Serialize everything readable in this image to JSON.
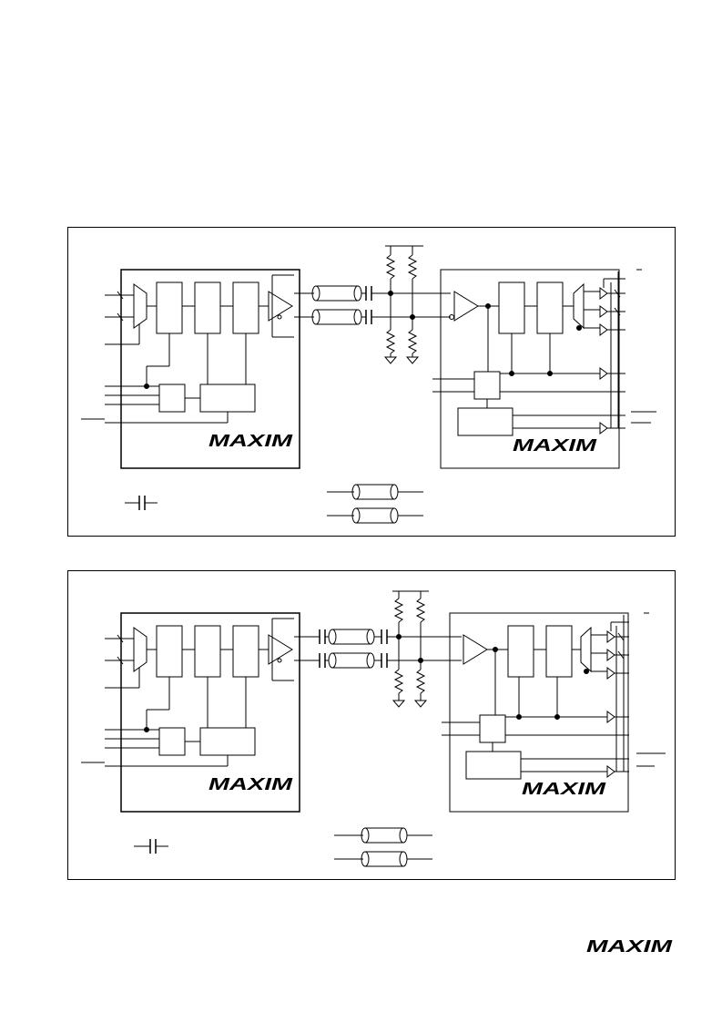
{
  "brand": {
    "logo_text": "MAXIM"
  },
  "figures": [
    {
      "name": "top-figure",
      "serializer_logo": "MAXIM",
      "deserializer_logo": "MAXIM"
    },
    {
      "name": "bottom-figure",
      "serializer_logo": "MAXIM",
      "deserializer_logo": "MAXIM"
    }
  ],
  "footer": {
    "logo_text": "MAXIM"
  }
}
